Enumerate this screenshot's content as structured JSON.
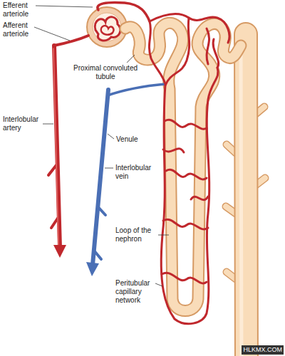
{
  "diagram": {
    "labels": [
      "Efferent arteriole",
      "Afferent arteriole",
      "Proximal convoluted tubule",
      "Interlobular artery",
      "Venule",
      "Interlobular vein",
      "Loop of the nephron",
      "Peritubular capillary network",
      "HLKMX.COM"
    ]
  }
}
